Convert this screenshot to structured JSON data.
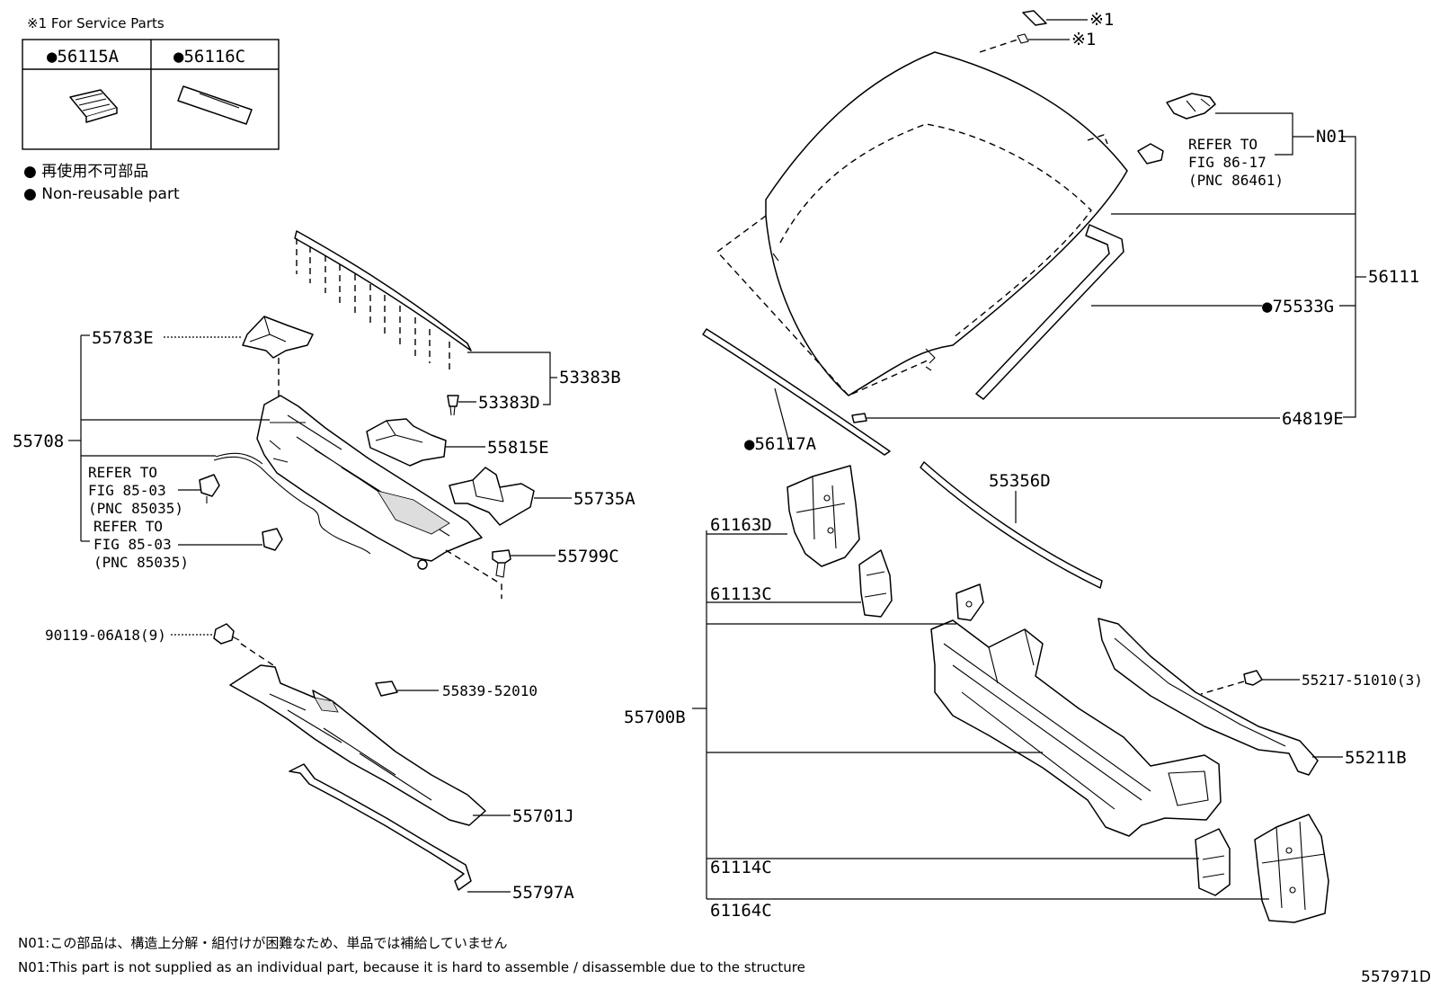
{
  "service_parts": {
    "note": "※1 For Service Parts",
    "table": [
      {
        "label": "●56115A"
      },
      {
        "label": "●56116C"
      }
    ]
  },
  "legend": {
    "jp": "● 再使用不可部品",
    "en": "● Non-reusable part"
  },
  "labels": {
    "p55783E": "55783E",
    "p53383B": "53383B",
    "p53383D": "53383D",
    "p55708": "55708",
    "p55815E": "55815E",
    "p55735A": "55735A",
    "p55799C": "55799C",
    "ref1_l1": "REFER TO",
    "ref1_l2": "FIG 85-03",
    "ref1_l3": "(PNC 85035)",
    "ref2_l1": "REFER TO",
    "ref2_l2": "FIG 85-03",
    "ref2_l3": "(PNC 85035)",
    "p90119": "90119-06A18(9)",
    "p55839": "55839-52010",
    "p55701J": "55701J",
    "p55797A": "55797A",
    "star1a": "※1",
    "star1b": "※1",
    "refN01_l1": "REFER TO",
    "refN01_l2": "FIG 86-17",
    "refN01_l3": "(PNC 86461)",
    "pN01": "N01",
    "p56111": "56111",
    "p75533G": "●75533G",
    "p64819E": "64819E",
    "p56117A": "●56117A",
    "p55356D": "55356D",
    "p61163D": "61163D",
    "p61113C": "61113C",
    "p55700B": "55700B",
    "p55217": "55217-51010(3)",
    "p55211B": "55211B",
    "p61114C": "61114C",
    "p61164C": "61164C"
  },
  "footer": {
    "n01_jp": "N01:この部品は、構造上分解・組付けが困難なため、単品では補給していません",
    "n01_en": "N01:This part is not supplied as an individual part, because it is hard to assemble / disassemble due to the structure",
    "code": "557971D"
  }
}
